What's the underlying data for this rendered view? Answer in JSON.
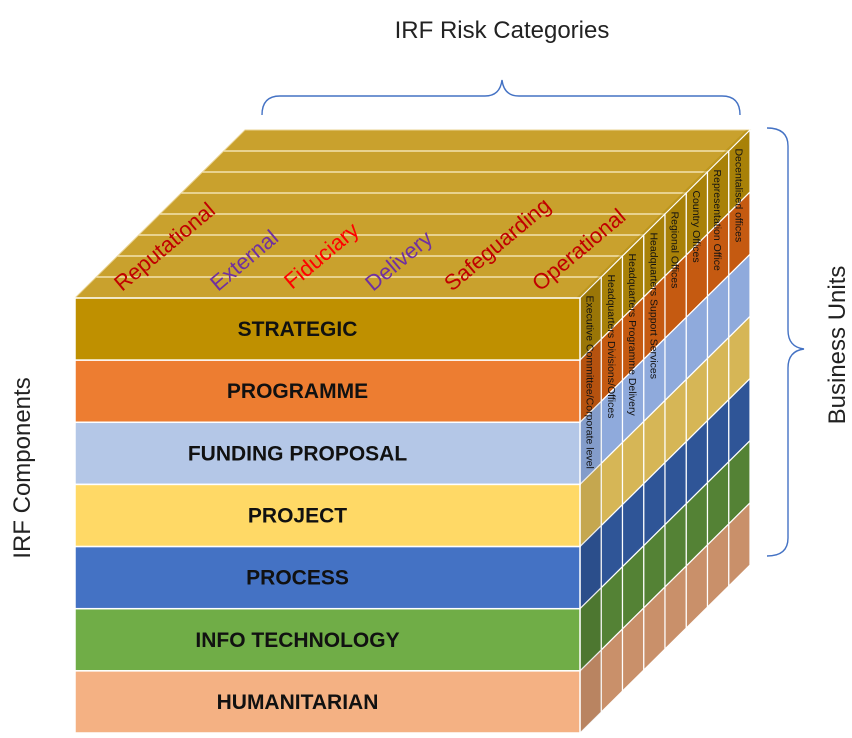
{
  "titles": {
    "top": "IRF Risk Categories",
    "left": "IRF Components",
    "right": "Business Units"
  },
  "components": [
    {
      "label": "STRATEGIC",
      "color": "#BF9000",
      "top_color": "#C9A12D",
      "side_color": "#A88108"
    },
    {
      "label": "PROGRAMME",
      "color": "#ED7D31",
      "side_color": "#C55A11"
    },
    {
      "label": "FUNDING PROPOSAL",
      "color": "#B4C7E7",
      "side_color": "#8FAADC"
    },
    {
      "label": "PROJECT",
      "color": "#FFD966",
      "side_color": "#D6B656"
    },
    {
      "label": "PROCESS",
      "color": "#4472C4",
      "side_color": "#2F5597"
    },
    {
      "label": "INFO TECHNOLOGY",
      "color": "#70AD47",
      "side_color": "#548235"
    },
    {
      "label": "HUMANITARIAN",
      "color": "#F4B183",
      "side_color": "#C9906A"
    }
  ],
  "risk_categories": [
    {
      "label": "Reputational",
      "color": "#C00000"
    },
    {
      "label": "External",
      "color": "#7030A0"
    },
    {
      "label": "Fiduciary",
      "color": "#FF0000"
    },
    {
      "label": "Delivery",
      "color": "#7030A0"
    },
    {
      "label": "Safeguarding",
      "color": "#C00000"
    },
    {
      "label": "Operational",
      "color": "#C00000"
    }
  ],
  "business_units": [
    "Executive Committee/Corporate level",
    "Headquarters Divisions/Offices",
    "Headquarters Programme Delivery",
    "Headquarters Support Services",
    "Regional Offices",
    "Country Offices",
    "Representation Office",
    "Decentalised offices"
  ],
  "colors": {
    "bracket": "#4472C4",
    "top_face": "#C9A12D",
    "top_line": "#F2E2B0"
  }
}
